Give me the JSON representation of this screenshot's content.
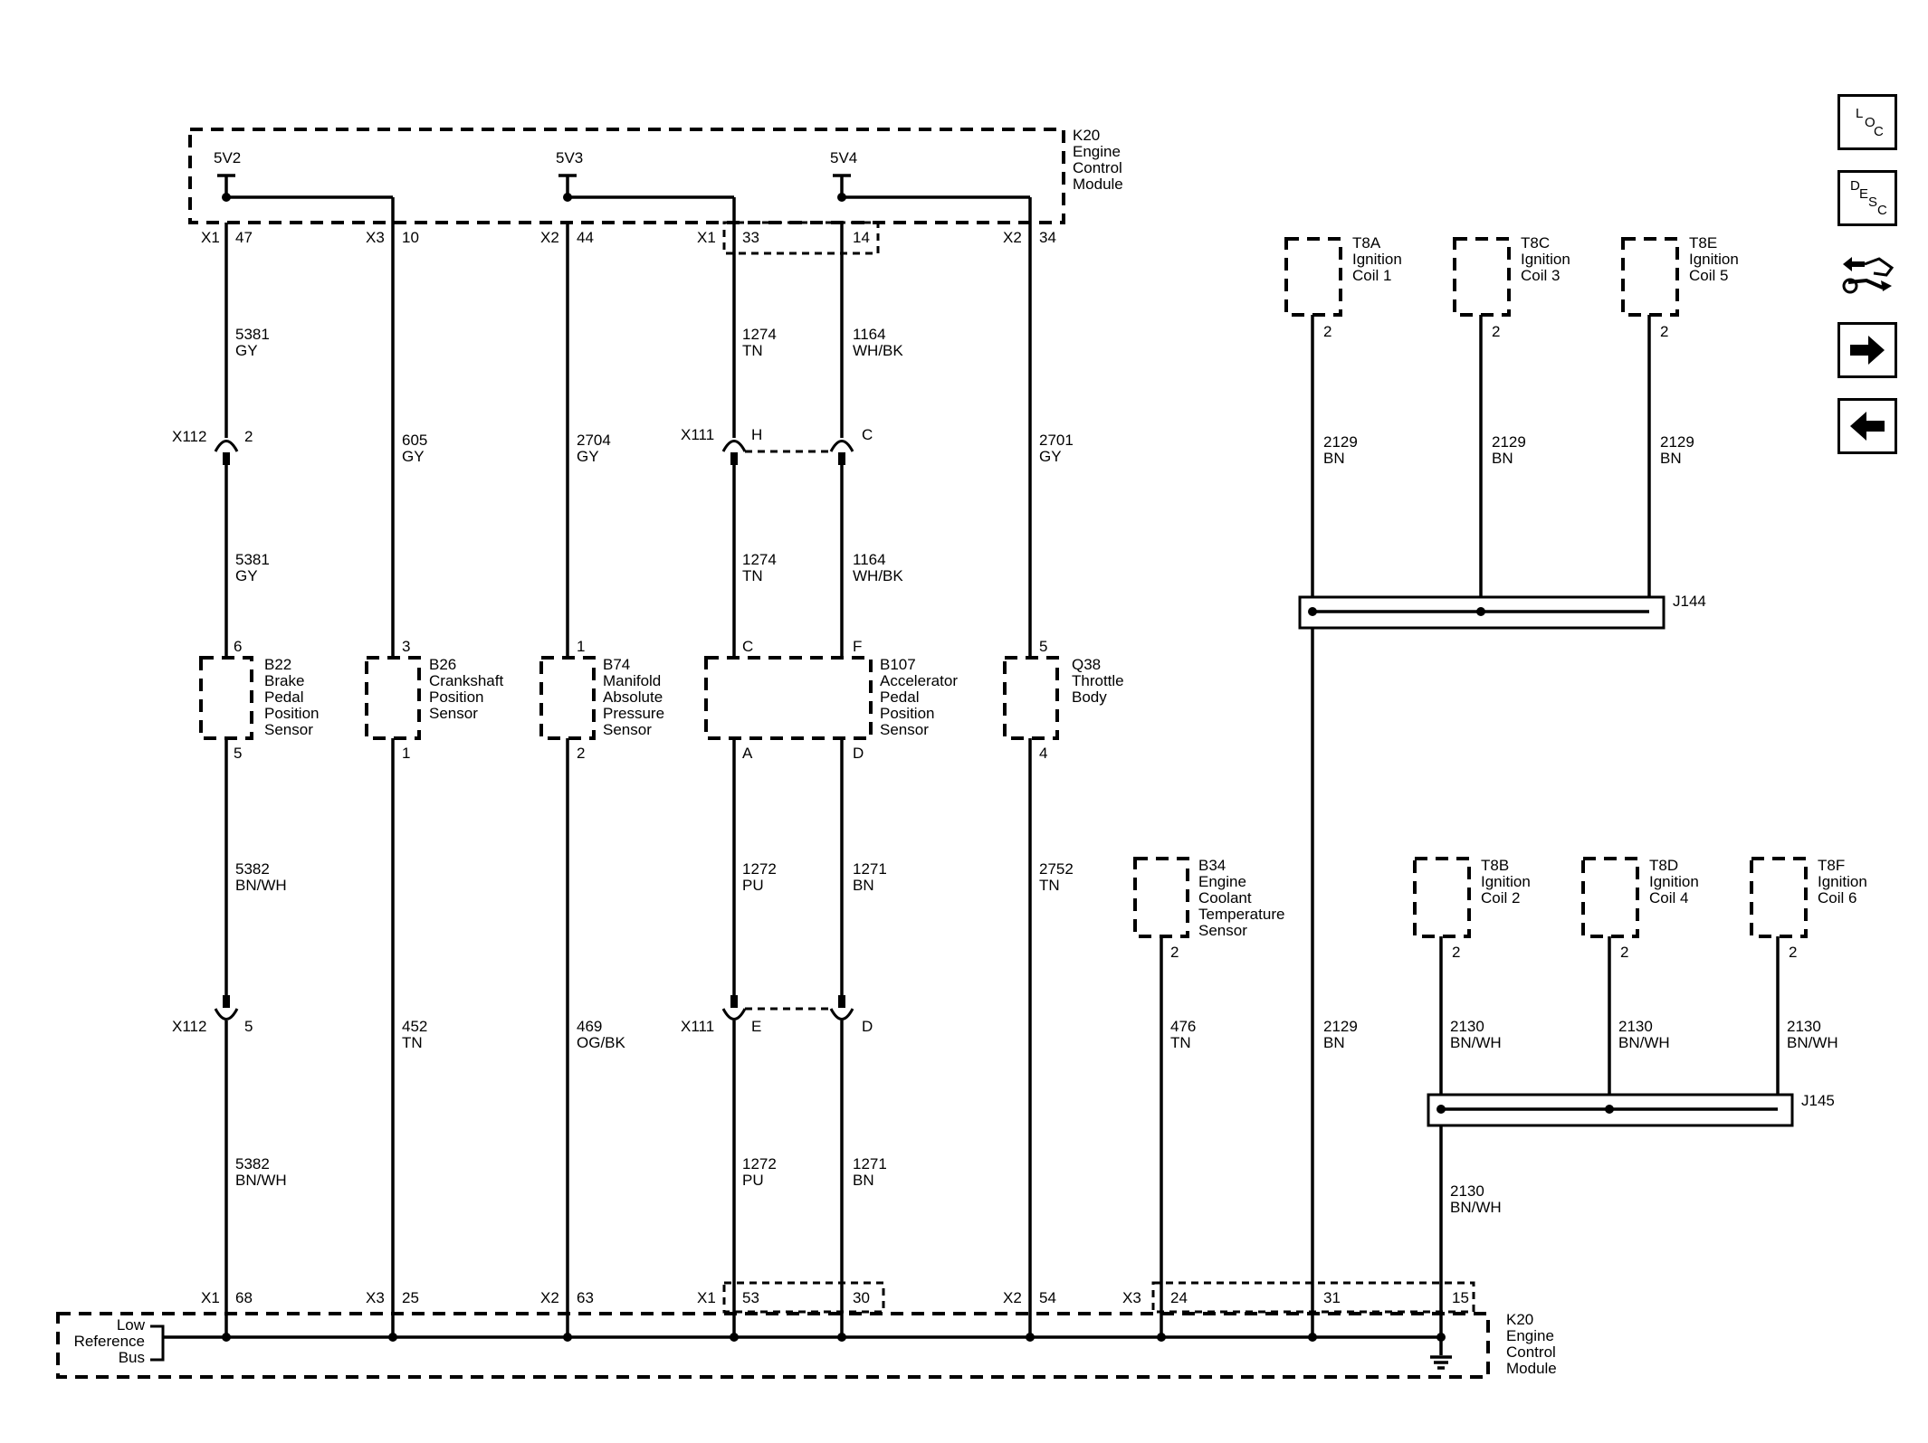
{
  "ecm_top": {
    "id": "K20",
    "lines": [
      "Engine",
      "Control",
      "Module"
    ]
  },
  "ecm_bottom": {
    "id": "K20",
    "lines": [
      "Engine",
      "Control",
      "Module"
    ]
  },
  "supplies": [
    "5V2",
    "5V3",
    "5V4"
  ],
  "low_reference": [
    "Low",
    "Reference",
    "Bus"
  ],
  "top_pins": [
    {
      "conn": "X1",
      "pin": "47"
    },
    {
      "conn": "X3",
      "pin": "10"
    },
    {
      "conn": "X2",
      "pin": "44"
    },
    {
      "conn": "X1",
      "pin": "33"
    },
    {
      "conn": "",
      "pin": "14"
    },
    {
      "conn": "X2",
      "pin": "34"
    }
  ],
  "bottom_pins": [
    {
      "conn": "X1",
      "pin": "68"
    },
    {
      "conn": "X3",
      "pin": "25"
    },
    {
      "conn": "X2",
      "pin": "63"
    },
    {
      "conn": "X1",
      "pin": "53"
    },
    {
      "conn": "",
      "pin": "30"
    },
    {
      "conn": "X2",
      "pin": "54"
    },
    {
      "conn": "X3",
      "pin": "24"
    },
    {
      "conn": "",
      "pin": "31"
    },
    {
      "conn": "",
      "pin": "15"
    }
  ],
  "wires_upper": [
    {
      "circuit": "5381",
      "color": "GY"
    },
    {
      "circuit": "605",
      "color": "GY"
    },
    {
      "circuit": "2704",
      "color": "GY"
    },
    {
      "circuit": "1274",
      "color": "TN"
    },
    {
      "circuit": "1164",
      "color": "WH/BK"
    },
    {
      "circuit": "2701",
      "color": "GY"
    }
  ],
  "wires_upper_b": [
    {
      "circuit": "5381",
      "color": "GY"
    },
    {
      "circuit": "1274",
      "color": "TN"
    },
    {
      "circuit": "1164",
      "color": "WH/BK"
    }
  ],
  "wires_lower": [
    {
      "circuit": "5382",
      "color": "BN/WH"
    },
    {
      "circuit": "452",
      "color": "TN"
    },
    {
      "circuit": "469",
      "color": "OG/BK"
    },
    {
      "circuit": "1272",
      "color": "PU"
    },
    {
      "circuit": "1271",
      "color": "BN"
    },
    {
      "circuit": "2752",
      "color": "TN"
    },
    {
      "circuit": "476",
      "color": "TN"
    },
    {
      "circuit": "2129",
      "color": "BN"
    },
    {
      "circuit": "2130",
      "color": "BN/WH"
    }
  ],
  "wires_lower_b": [
    {
      "circuit": "5382",
      "color": "BN/WH"
    },
    {
      "circuit": "1272",
      "color": "PU"
    },
    {
      "circuit": "1271",
      "color": "BN"
    }
  ],
  "inline_connectors": {
    "x112_top": {
      "id": "X112",
      "pin": "2"
    },
    "x112_bot": {
      "id": "X112",
      "pin": "5"
    },
    "x111_top": {
      "id": "X111",
      "pins": [
        "H",
        "C"
      ]
    },
    "x111_bot": {
      "id": "X111",
      "pins": [
        "E",
        "D"
      ]
    }
  },
  "sensors": [
    {
      "id": "B22",
      "lines": [
        "Brake",
        "Pedal",
        "Position",
        "Sensor"
      ],
      "pin_top": "6",
      "pin_bottom": "5"
    },
    {
      "id": "B26",
      "lines": [
        "Crankshaft",
        "Position",
        "Sensor"
      ],
      "pin_top": "3",
      "pin_bottom": "1"
    },
    {
      "id": "B74",
      "lines": [
        "Manifold",
        "Absolute",
        "Pressure",
        "Sensor"
      ],
      "pin_top": "1",
      "pin_bottom": "2"
    },
    {
      "id": "B107",
      "lines": [
        "Accelerator",
        "Pedal",
        "Position",
        "Sensor"
      ],
      "pins_top": [
        "C",
        "F"
      ],
      "pins_bottom": [
        "A",
        "D"
      ]
    },
    {
      "id": "Q38",
      "lines": [
        "Throttle",
        "Body"
      ],
      "pin_top": "5",
      "pin_bottom": "4"
    },
    {
      "id": "B34",
      "lines": [
        "Engine",
        "Coolant",
        "Temperature",
        "Sensor"
      ],
      "pin_bottom": "2"
    }
  ],
  "coils_odd": [
    {
      "id": "T8A",
      "lines": [
        "Ignition",
        "Coil 1"
      ],
      "pin": "2",
      "circuit": "2129",
      "color": "BN"
    },
    {
      "id": "T8C",
      "lines": [
        "Ignition",
        "Coil 3"
      ],
      "pin": "2",
      "circuit": "2129",
      "color": "BN"
    },
    {
      "id": "T8E",
      "lines": [
        "Ignition",
        "Coil 5"
      ],
      "pin": "2",
      "circuit": "2129",
      "color": "BN"
    }
  ],
  "coils_even": [
    {
      "id": "T8B",
      "lines": [
        "Ignition",
        "Coil 2"
      ],
      "pin": "2",
      "circuit": "2130",
      "color": "BN/WH"
    },
    {
      "id": "T8D",
      "lines": [
        "Ignition",
        "Coil 4"
      ],
      "pin": "2",
      "circuit": "2130",
      "color": "BN/WH"
    },
    {
      "id": "T8F",
      "lines": [
        "Ignition",
        "Coil 6"
      ],
      "pin": "2",
      "circuit": "2130",
      "color": "BN/WH"
    }
  ],
  "splices": {
    "j144": "J144",
    "j145": "J145"
  },
  "splice_out_j145": {
    "circuit": "2130",
    "color": "BN/WH"
  },
  "nav": {
    "loc": [
      "L",
      "O",
      "C"
    ],
    "desc": [
      "D",
      "E",
      "S",
      "C"
    ],
    "connector_icon": "connector-repair-icon",
    "next_icon": "arrow-right-icon",
    "prev_icon": "arrow-left-icon"
  }
}
